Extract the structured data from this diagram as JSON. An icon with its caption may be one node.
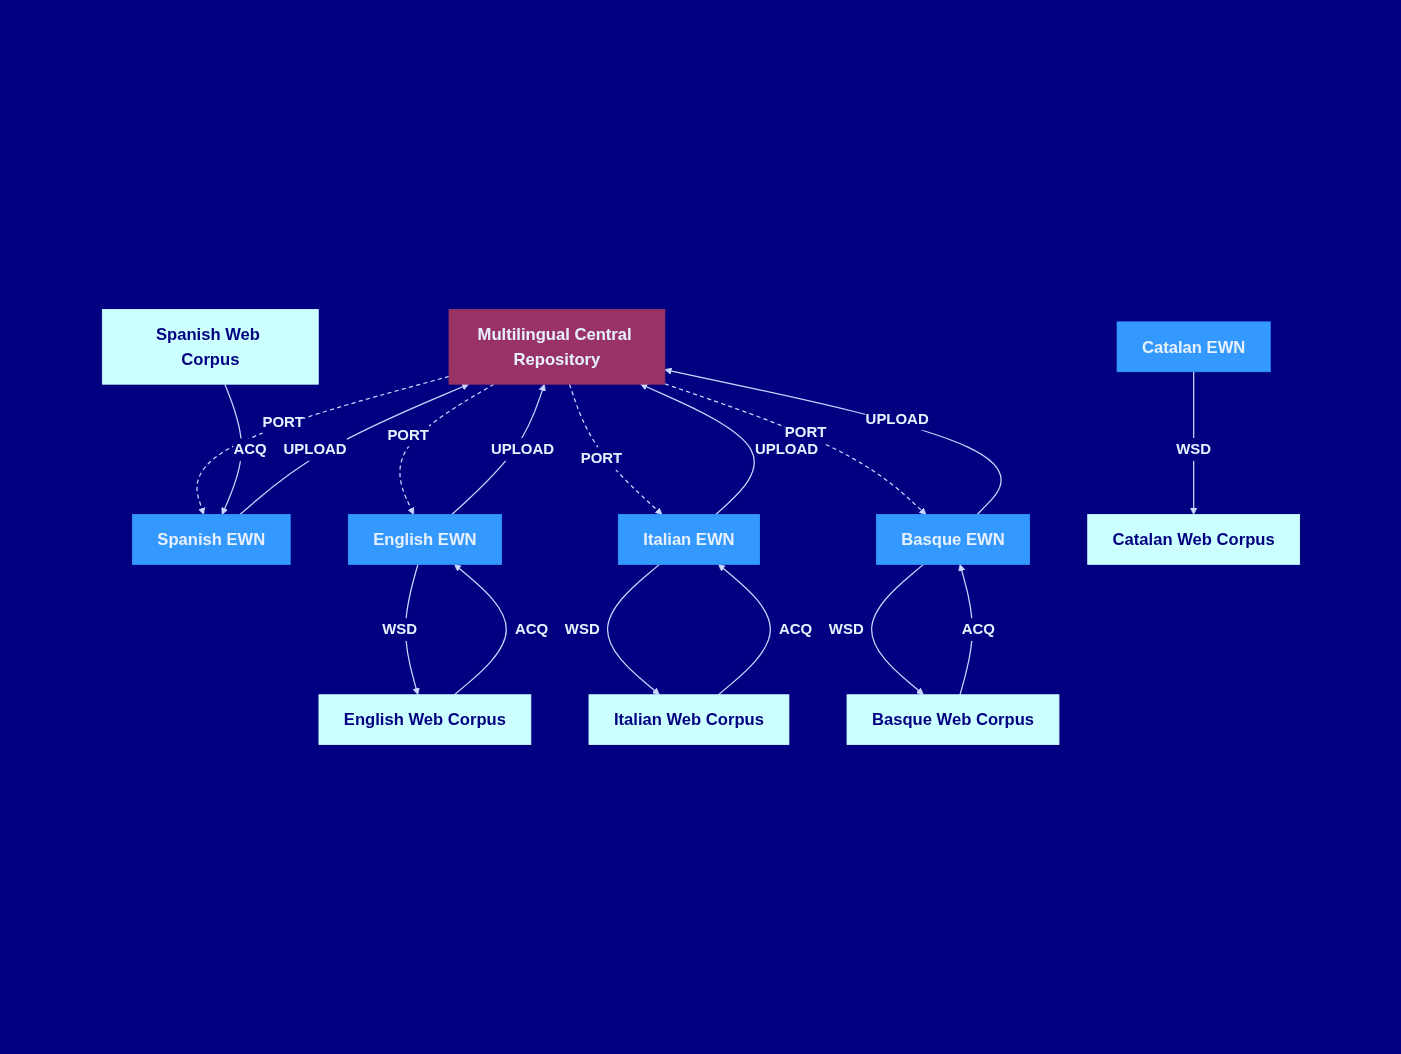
{
  "diagram": {
    "nodes": [
      {
        "text": [
          "English Web Corpus"
        ]
      },
      {
        "text": [
          "Italian Web Corpus"
        ]
      },
      {
        "text": [
          "English EWN"
        ]
      },
      {
        "text": [
          "Italian EWN"
        ]
      },
      {
        "text": [
          "Multilingual Central Repository"
        ]
      },
      {
        "text": [
          "Spanish EWN"
        ]
      },
      {
        "text": [
          "Basque EWN"
        ]
      },
      {
        "text": [
          "Spanish Web Corpus"
        ]
      },
      {
        "text": [
          "Catalan EWN"
        ]
      },
      {
        "text": [
          "Basque Web Corpus"
        ]
      },
      {
        "text": [
          "Catalan Web Corpus"
        ]
      }
    ],
    "edges": [
      {
        "from": 0,
        "to": 2,
        "arrow": "to",
        "label": "ACQ"
      },
      {
        "from": 2,
        "to": 0,
        "arrow": "to",
        "label": "WSD"
      },
      {
        "from": 1,
        "to": 3,
        "arrow": "to",
        "label": "ACQ"
      },
      {
        "from": 3,
        "to": 1,
        "arrow": "to",
        "label": "WSD"
      },
      {
        "from": 2,
        "to": 4,
        "arrow": "to",
        "label": "UPLOAD"
      },
      {
        "from": 4,
        "to": 2,
        "arrow": "to",
        "label": "PORT",
        "style": "dashed"
      },
      {
        "from": 3,
        "to": 4,
        "arrow": "to",
        "label": "UPLOAD"
      },
      {
        "from": 4,
        "to": 3,
        "arrow": "to",
        "label": "PORT",
        "style": "dashed"
      },
      {
        "from": 4,
        "to": 5,
        "arrow": "to",
        "label": "PORT",
        "style": "dashed"
      },
      {
        "from": 5,
        "to": 4,
        "arrow": "to",
        "label": "UPLOAD"
      },
      {
        "from": 4,
        "to": 6,
        "arrow": "to",
        "label": "PORT",
        "style": "dashed"
      },
      {
        "from": 6,
        "to": 4,
        "arrow": "to",
        "label": "UPLOAD"
      },
      {
        "from": 7,
        "to": 5,
        "arrow": "to",
        "label": "ACQ"
      },
      {
        "from": 6,
        "to": 9,
        "arrow": "to",
        "label": "WSD"
      },
      {
        "from": 9,
        "to": 6,
        "arrow": "to",
        "label": "ACQ"
      },
      {
        "from": 8,
        "to": 10,
        "arrow": "to",
        "label": "WSD"
      }
    ]
  }
}
